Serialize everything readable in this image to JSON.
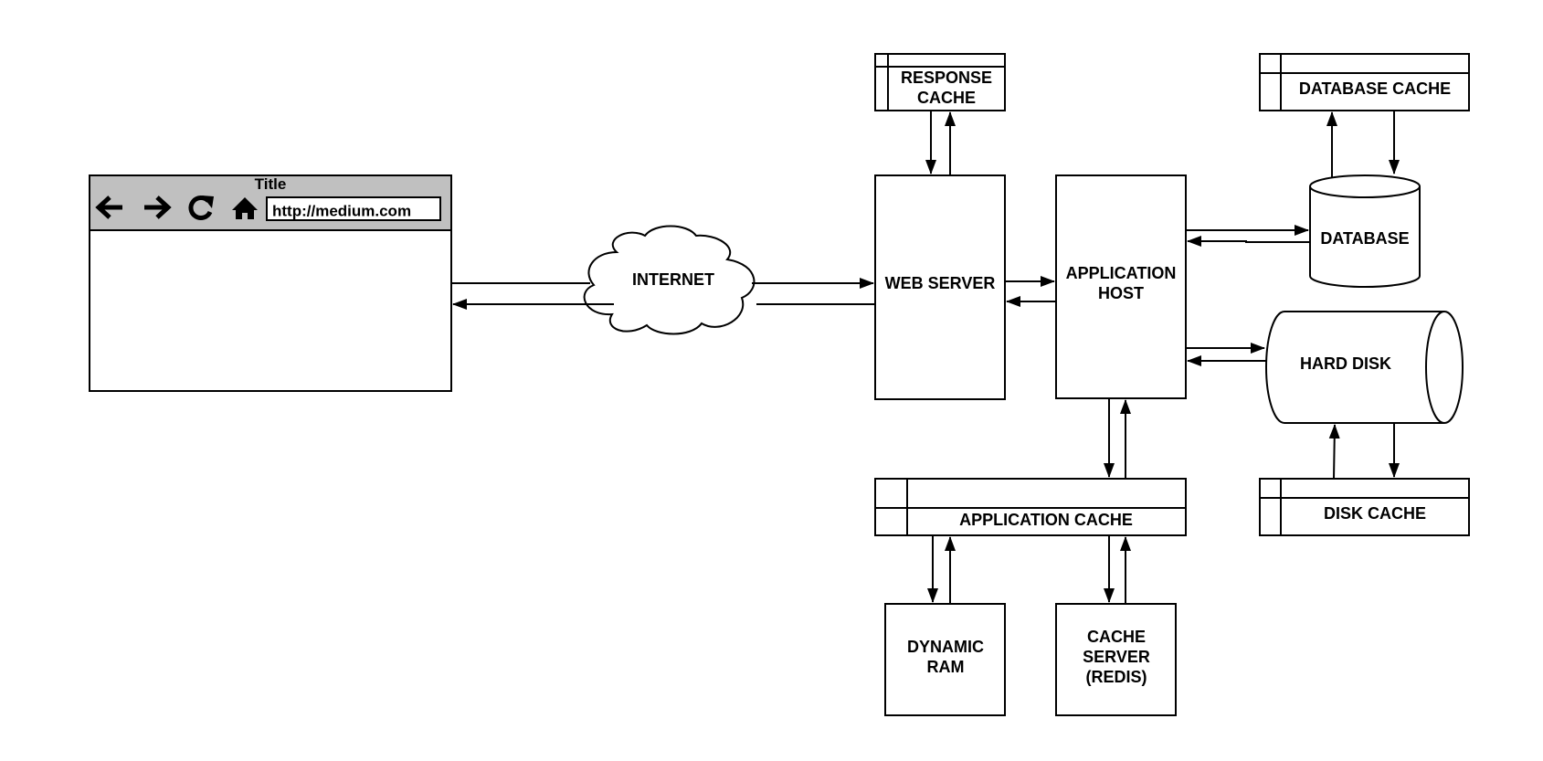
{
  "colors": {
    "stroke": "#000000",
    "background": "#ffffff",
    "browser_toolbar": "#c0c0c0"
  },
  "browser": {
    "title": "Title",
    "url": "http://medium.com",
    "icons": [
      "back-arrow-icon",
      "forward-arrow-icon",
      "reload-icon",
      "home-icon"
    ]
  },
  "nodes": {
    "internet": "INTERNET",
    "web_server": "WEB SERVER",
    "response_cache": [
      "RESPONSE",
      "CACHE"
    ],
    "application_host": [
      "APPLICATION",
      "HOST"
    ],
    "database_cache": "DATABASE CACHE",
    "database": "DATABASE",
    "hard_disk": "HARD DISK",
    "disk_cache": "DISK CACHE",
    "application_cache": "APPLICATION CACHE",
    "dynamic_ram": [
      "DYNAMIC",
      "RAM"
    ],
    "cache_server": [
      "CACHE",
      "SERVER",
      "(REDIS)"
    ]
  },
  "connections": [
    {
      "from": "browser",
      "to": "web_server",
      "via": "internet"
    },
    {
      "from": "web_server",
      "to": "browser",
      "via": "internet"
    },
    {
      "from": "response_cache",
      "to": "web_server"
    },
    {
      "from": "web_server",
      "to": "response_cache"
    },
    {
      "from": "web_server",
      "to": "application_host"
    },
    {
      "from": "application_host",
      "to": "web_server"
    },
    {
      "from": "application_host",
      "to": "database"
    },
    {
      "from": "database",
      "to": "application_host"
    },
    {
      "from": "database",
      "to": "database_cache"
    },
    {
      "from": "database_cache",
      "to": "database"
    },
    {
      "from": "application_host",
      "to": "hard_disk"
    },
    {
      "from": "hard_disk",
      "to": "application_host"
    },
    {
      "from": "disk_cache",
      "to": "hard_disk"
    },
    {
      "from": "hard_disk",
      "to": "disk_cache"
    },
    {
      "from": "application_host",
      "to": "application_cache"
    },
    {
      "from": "application_cache",
      "to": "application_host"
    },
    {
      "from": "application_cache",
      "to": "dynamic_ram"
    },
    {
      "from": "dynamic_ram",
      "to": "application_cache"
    },
    {
      "from": "application_cache",
      "to": "cache_server"
    },
    {
      "from": "cache_server",
      "to": "application_cache"
    }
  ]
}
